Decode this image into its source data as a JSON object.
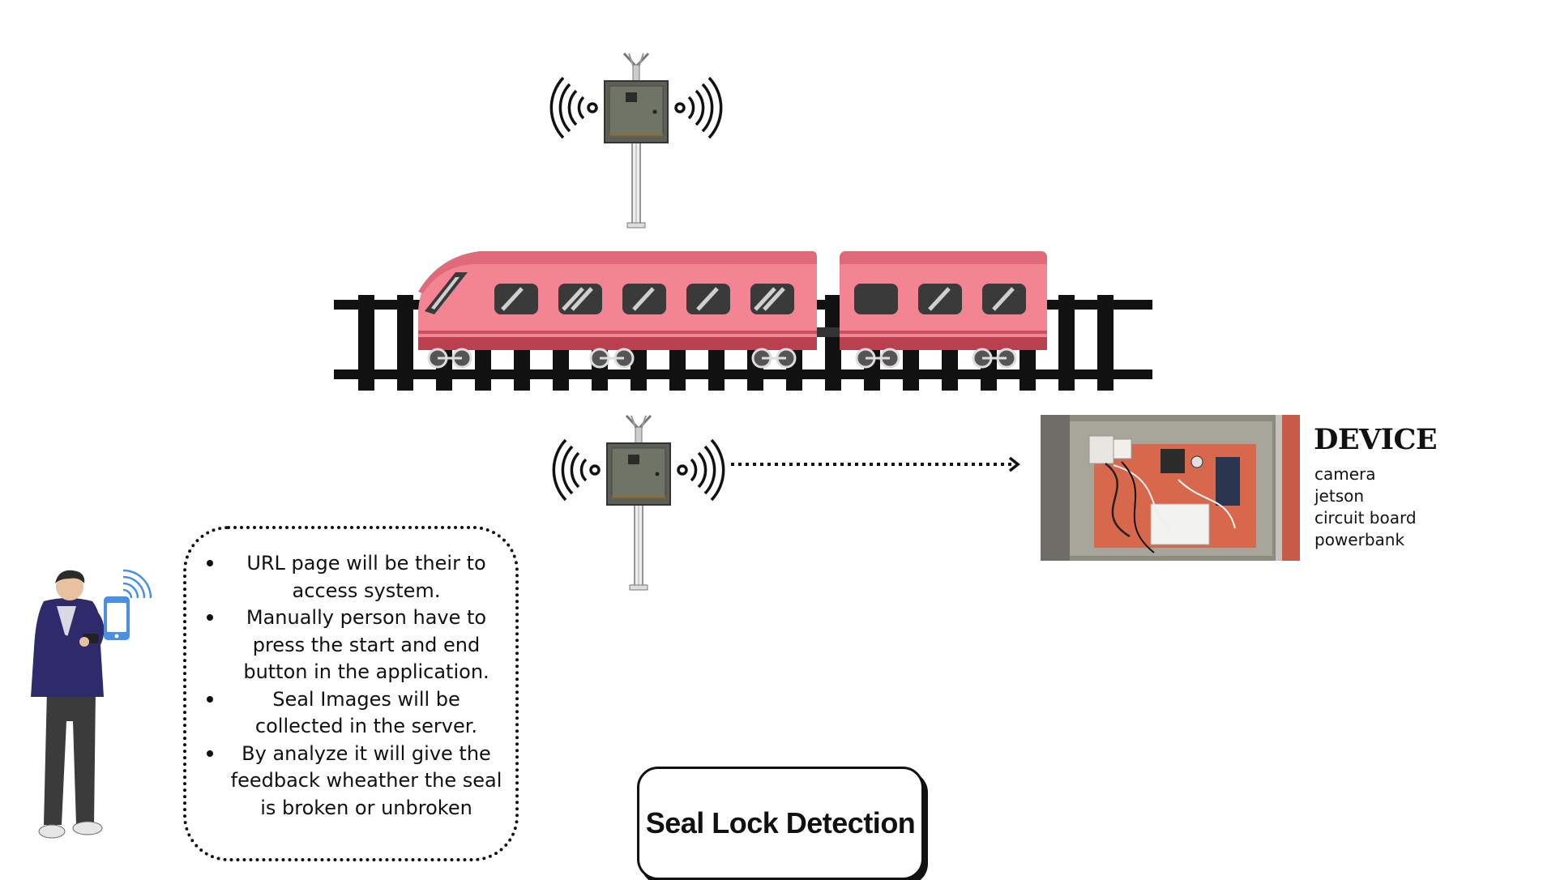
{
  "notes": {
    "items": [
      "URL page will be their to access system.",
      "Manually person have to press the start and end button in  the application.",
      "Seal Images will be collected in the server.",
      "By analyze it will give the feedback  wheather the seal is broken or unbroken"
    ]
  },
  "device": {
    "heading": "DEVICE",
    "components": [
      "camera",
      "jetson",
      "circuit board",
      "powerbank"
    ]
  },
  "title": "Seal Lock Detection",
  "colors": {
    "train_body": "#f28591",
    "train_roof": "#e06a78",
    "train_stripe": "#b8404f",
    "window": "#3a3a3a",
    "track": "#111111",
    "phone": "#4a90e2",
    "jacket": "#2e2a6b"
  },
  "icons": {
    "signal": "wifi-signal-icon",
    "pole_box": "electrical-box-icon",
    "phone": "smartphone-icon",
    "person": "person-icon",
    "train": "train-icon"
  }
}
